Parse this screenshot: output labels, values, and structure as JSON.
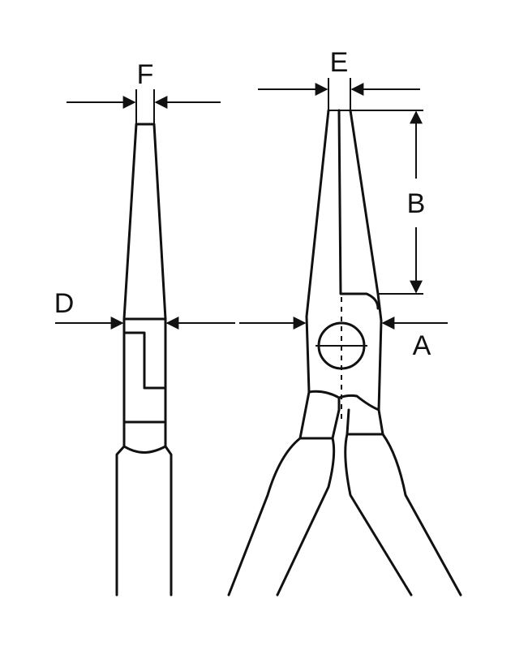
{
  "labels": {
    "a": "A",
    "b": "B",
    "d": "D",
    "e": "E",
    "f": "F"
  },
  "colors": {
    "line": "#111111",
    "background": "#ffffff"
  }
}
